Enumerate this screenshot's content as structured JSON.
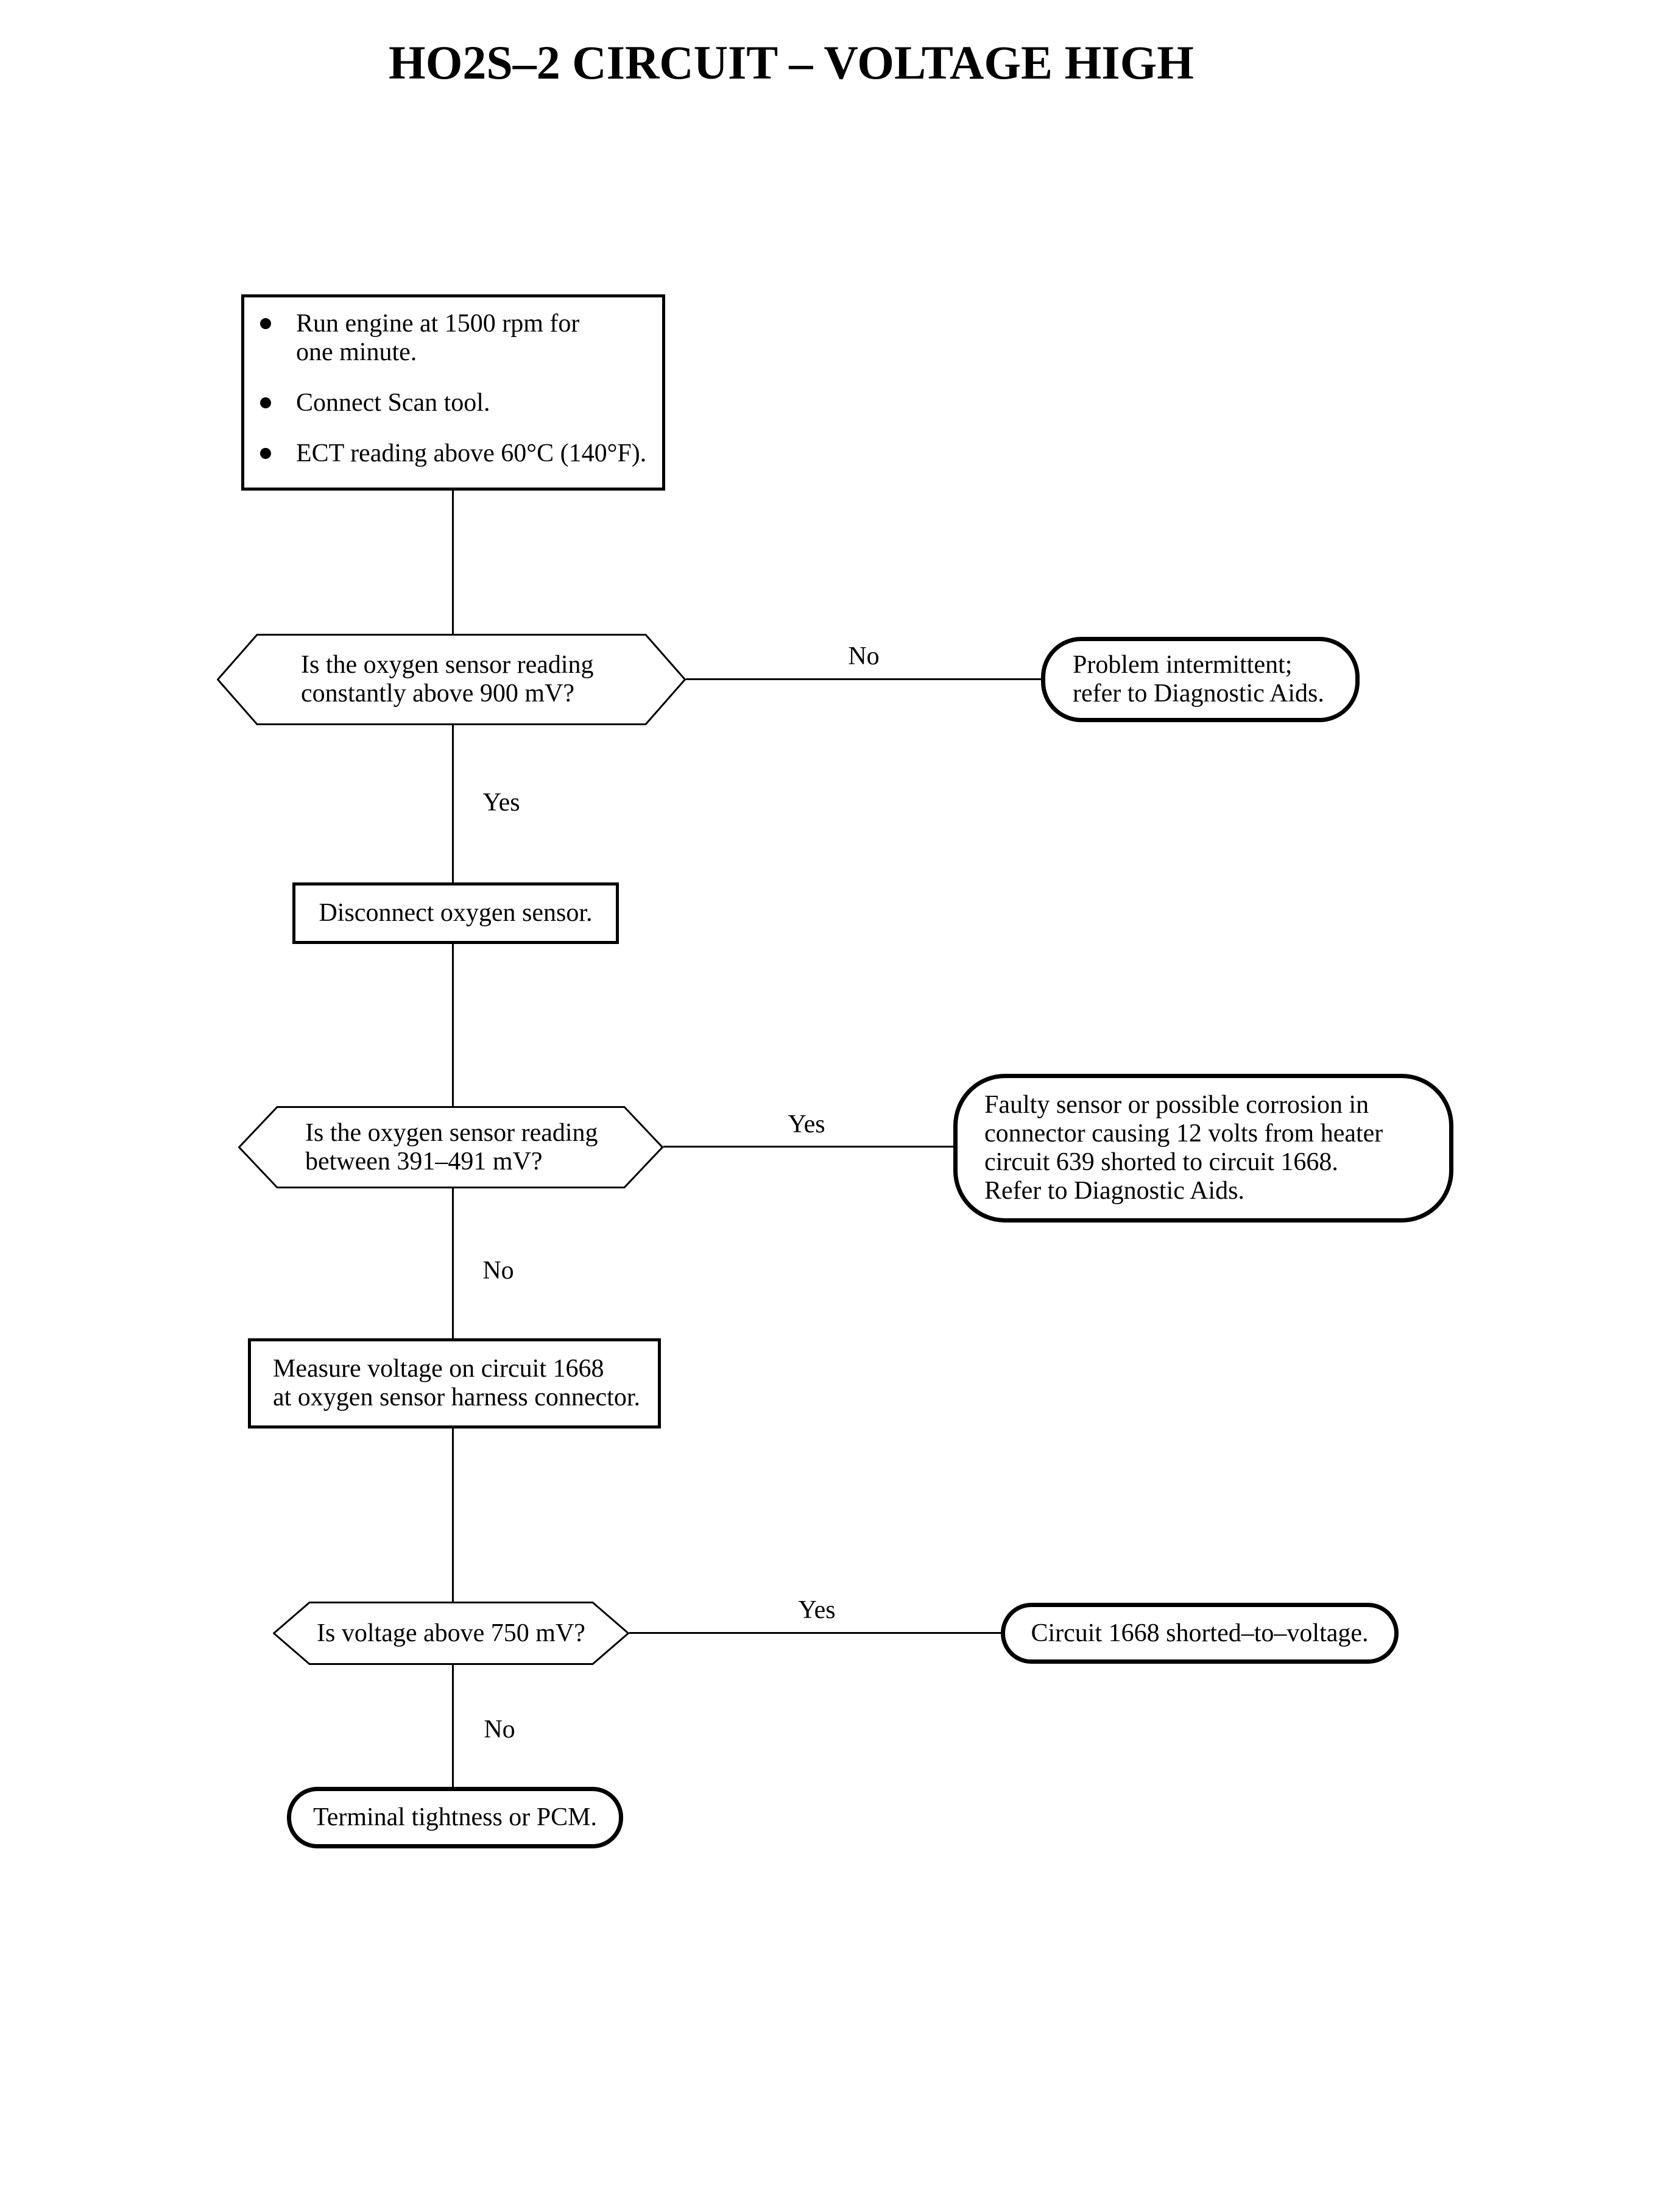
{
  "title": "HO2S–2 CIRCUIT – VOLTAGE HIGH",
  "colors": {
    "ink": "#000000",
    "paper": "#ffffff"
  },
  "flow": {
    "setup": {
      "bullets": [
        "Run engine at 1500 rpm for\none minute.",
        "Connect Scan tool.",
        "ECT reading above 60°C (140°F)."
      ]
    },
    "decision_900mv": {
      "question": "Is the oxygen sensor reading\nconstantly above 900 mV?",
      "no_label": "No",
      "yes_label": "Yes"
    },
    "terminal_intermittent": {
      "text": "Problem intermittent;\nrefer to Diagnostic Aids."
    },
    "action_disconnect": {
      "text": "Disconnect oxygen sensor."
    },
    "decision_391_491": {
      "question": "Is the oxygen sensor reading\nbetween 391–491 mV?",
      "yes_label": "Yes",
      "no_label": "No"
    },
    "terminal_faulty_sensor": {
      "text": "Faulty sensor or possible corrosion in\nconnector causing 12 volts from heater\ncircuit 639 shorted to circuit 1668.\nRefer to Diagnostic Aids."
    },
    "action_measure": {
      "text": "Measure voltage on circuit 1668\nat oxygen sensor harness connector."
    },
    "decision_750mv": {
      "question": "Is voltage above 750 mV?",
      "yes_label": "Yes",
      "no_label": "No"
    },
    "terminal_shorted": {
      "text": "Circuit 1668 shorted–to–voltage."
    },
    "terminal_pcm": {
      "text": "Terminal tightness or PCM."
    }
  }
}
